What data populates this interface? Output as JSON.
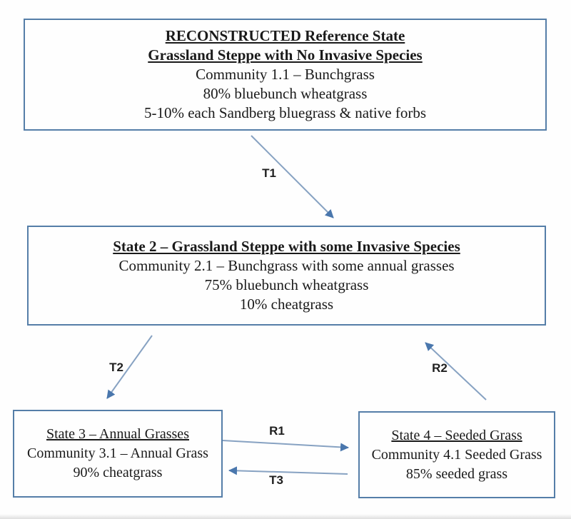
{
  "boxes": {
    "reference": {
      "title_line1": "RECONSTRUCTED Reference State",
      "title_line2": "Grassland Steppe with No Invasive Species",
      "line1": "Community 1.1 – Bunchgrass",
      "line2": "80% bluebunch wheatgrass",
      "line3": "5-10% each Sandberg bluegrass & native forbs"
    },
    "state2": {
      "title": "State 2 – Grassland Steppe with some Invasive Species",
      "line1": "Community 2.1 – Bunchgrass with some annual grasses",
      "line2": "75% bluebunch wheatgrass",
      "line3": "10% cheatgrass"
    },
    "state3": {
      "title": "State 3 – Annual Grasses",
      "line1": "Community 3.1 – Annual Grass",
      "line2": "90% cheatgrass"
    },
    "state4": {
      "title": "State 4 – Seeded Grass",
      "line1": "Community 4.1 Seeded Grass",
      "line2": "85% seeded grass"
    }
  },
  "transitions": {
    "t1": "T1",
    "t2": "T2",
    "t3": "T3",
    "r1": "R1",
    "r2": "R2"
  },
  "colors": {
    "box_border": "#557ea8",
    "arrow_line": "#87a2c2",
    "arrow_head": "#4a77ad",
    "text": "#1a1a1a"
  }
}
